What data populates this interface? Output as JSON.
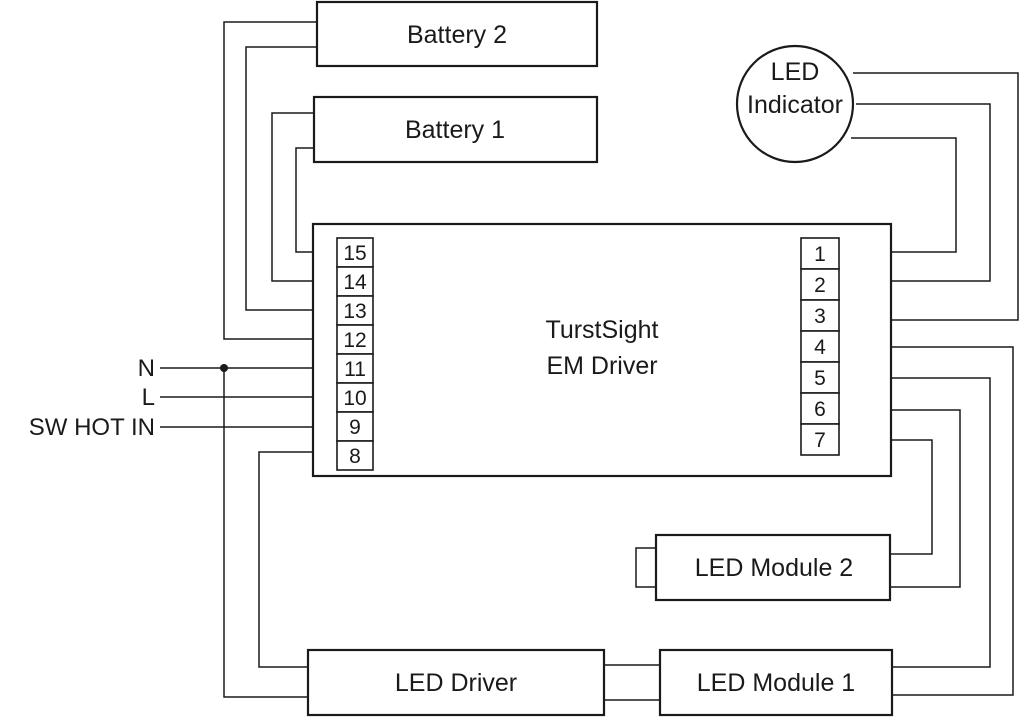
{
  "components": {
    "battery2": "Battery 2",
    "battery1": "Battery 1",
    "led_indicator": [
      "LED",
      "Indicator"
    ],
    "em_driver": [
      "TurstSight",
      "EM Driver"
    ],
    "led_module2": "LED Module 2",
    "led_driver": "LED Driver",
    "led_module1": "LED Module 1"
  },
  "left_terminals": [
    "15",
    "14",
    "13",
    "12",
    "11",
    "10",
    "9",
    "8"
  ],
  "right_terminals": [
    "1",
    "2",
    "3",
    "4",
    "5",
    "6",
    "7"
  ],
  "input_labels": {
    "n": "N",
    "l": "L",
    "sw_hot_in": "SW HOT IN"
  },
  "colors": {
    "line": "#1a1a1a",
    "background": "#ffffff"
  }
}
